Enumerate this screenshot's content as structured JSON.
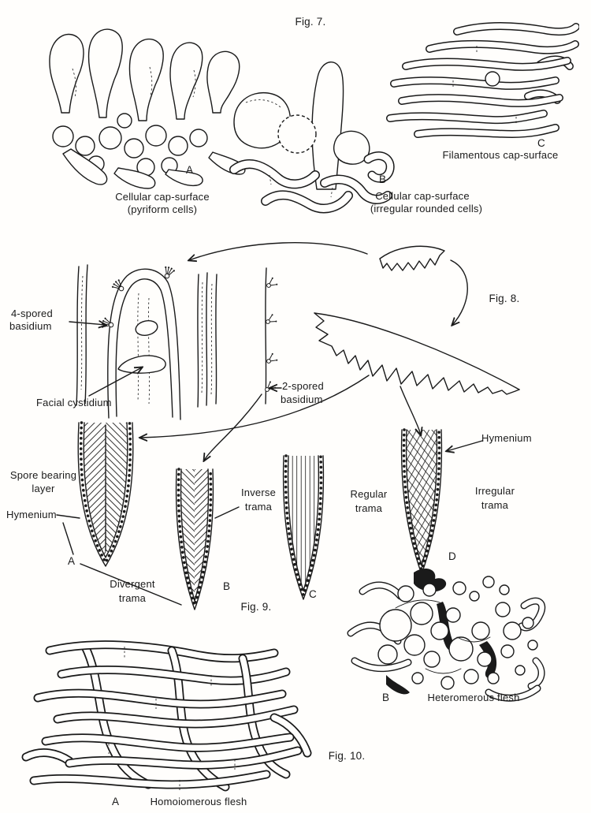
{
  "page": {
    "ink": "#1a1a1a",
    "background": "#fffefc"
  },
  "fig7": {
    "title": "Fig. 7.",
    "items": [
      {
        "letter": "A",
        "caption_line1": "Cellular cap-surface",
        "caption_line2": "(pyriform cells)"
      },
      {
        "letter": "B",
        "caption_line1": "Cellular cap-surface",
        "caption_line2": "(irregular rounded cells)"
      },
      {
        "letter": "C",
        "caption_line1": "Filamentous cap-surface"
      }
    ]
  },
  "fig8": {
    "title": "Fig.  8.",
    "labels": {
      "four_spored_line1": "4-spored",
      "four_spored_line2": "basidium",
      "facial_cystidium": "Facial cystidium",
      "two_spored_line1": "2-spored",
      "two_spored_line2": "basidium"
    }
  },
  "fig9": {
    "title": "Fig. 9.",
    "labels": {
      "spore_bearing_line1": "Spore bearing",
      "spore_bearing_line2": "layer",
      "hymenium_left": "Hymenium",
      "hymenium_right": "Hymenium"
    },
    "sections": [
      {
        "letter": "A",
        "caption_line1": "Divergent",
        "caption_line2": "trama"
      },
      {
        "letter": "B",
        "caption_line1": "Inverse",
        "caption_line2": "trama"
      },
      {
        "letter": "C",
        "caption_line1": "Regular",
        "caption_line2": "trama"
      },
      {
        "letter": "D",
        "caption_line1": "Irregular",
        "caption_line2": "trama"
      }
    ]
  },
  "fig10": {
    "title": "Fig. 10.",
    "items": [
      {
        "letter": "A",
        "caption": "Homoiomerous flesh"
      },
      {
        "letter": "B",
        "caption": "Heteromerous flesh"
      }
    ]
  }
}
